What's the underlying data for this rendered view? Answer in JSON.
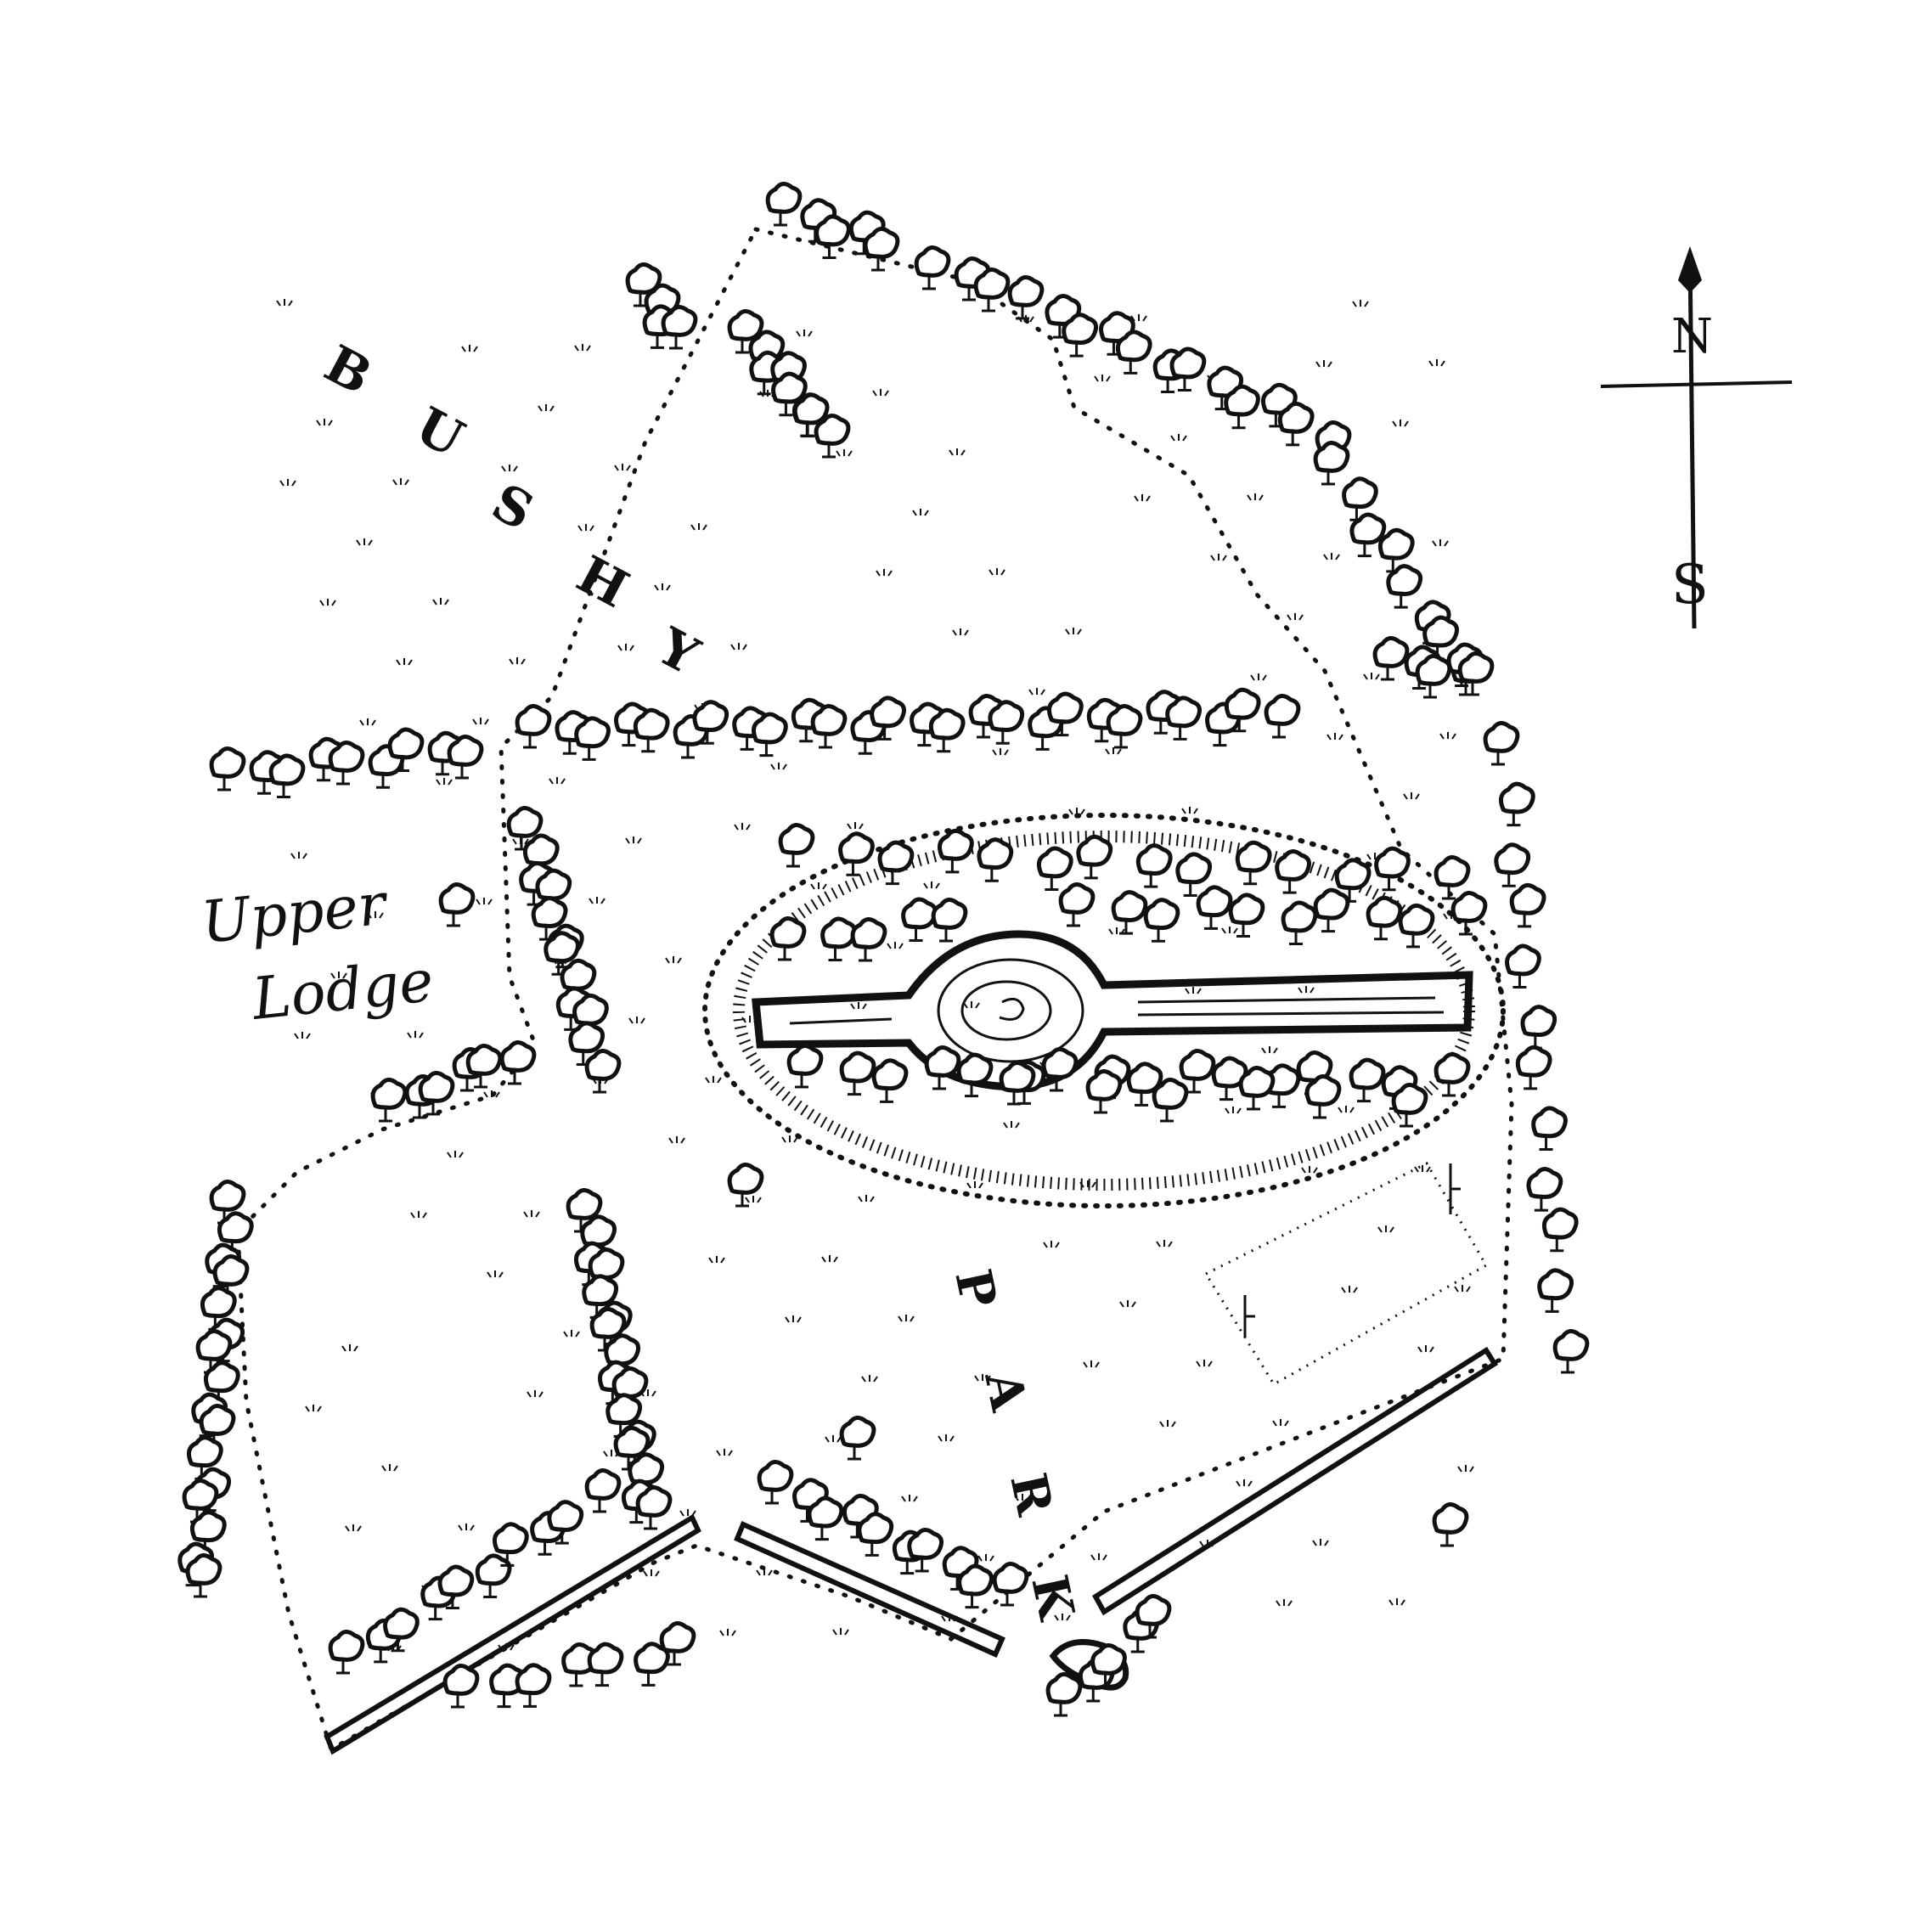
{
  "map": {
    "park_letters_upper": [
      "B",
      "U",
      "S",
      "H",
      "Y"
    ],
    "park_letters_lower": [
      "P",
      "A",
      "R",
      "K"
    ],
    "lodge_line1": "Upper",
    "lodge_line2": "Lodge",
    "compass_north": "N",
    "compass_south": "S"
  },
  "colors": {
    "ink": "#111111",
    "paper": "#ffffff"
  },
  "icons": [
    "tree-icon",
    "grass-tuft-icon",
    "compass-rose-icon"
  ]
}
